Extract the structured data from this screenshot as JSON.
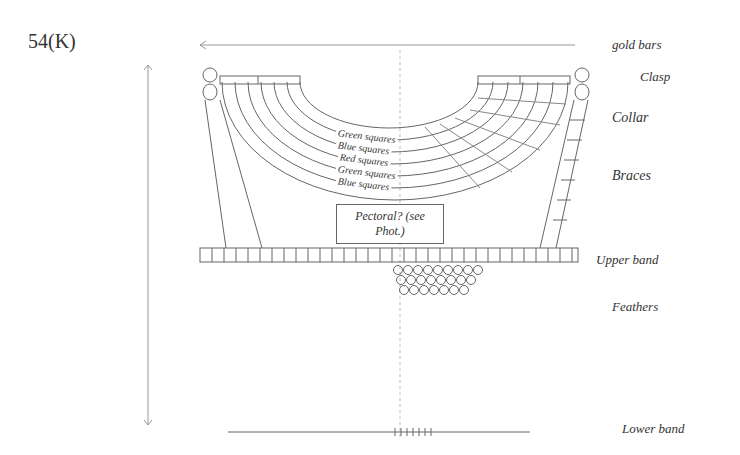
{
  "diagram": {
    "title": "54(K)",
    "nodes": [
      {
        "text": [
          "Pectoral? (see Phot.)"
        ]
      }
    ],
    "labels": [
      "gold bars",
      "Clasp",
      "Collar",
      "Braces",
      "Upper band",
      "Feathers",
      "Lower band",
      "Green squares",
      "Blue squares",
      "Red squares",
      "Green squares",
      "Blue squares"
    ]
  }
}
